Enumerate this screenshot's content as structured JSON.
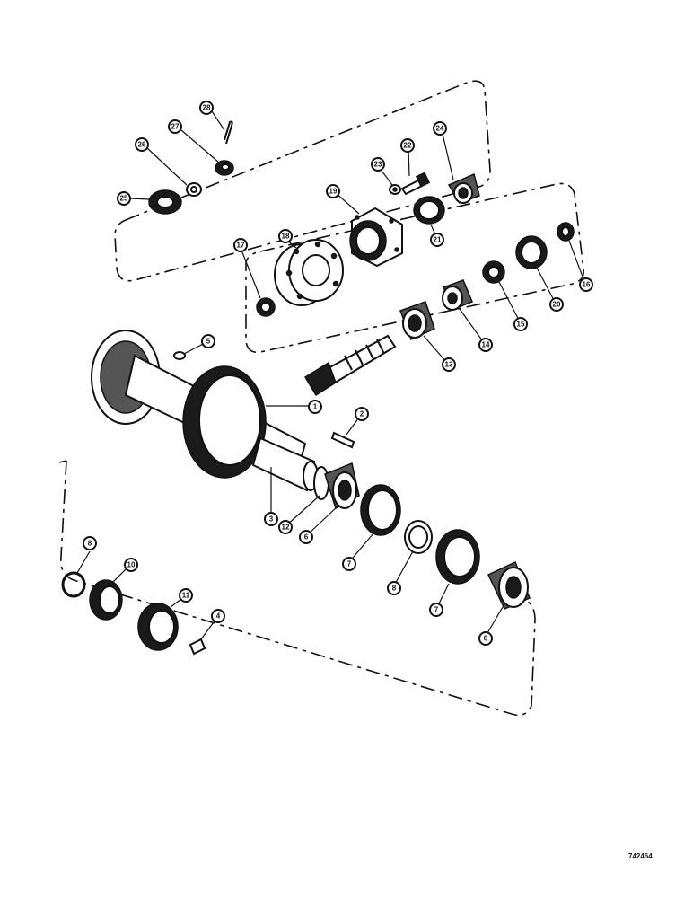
{
  "drawing": {
    "callouts": {
      "c1": "1",
      "c2": "2",
      "c3": "3",
      "c4": "4",
      "c5": "5",
      "c6a": "6",
      "c6b": "6",
      "c7a": "7",
      "c7b": "7",
      "c8a": "8",
      "c8b": "8",
      "c10": "10",
      "c11": "11",
      "c12": "12",
      "c13": "13",
      "c14": "14",
      "c15": "15",
      "c16": "16",
      "c17": "17",
      "c18": "18",
      "c19": "19",
      "c20": "20",
      "c21": "21",
      "c22": "22",
      "c23": "23",
      "c24": "24",
      "c25": "25",
      "c26": "26",
      "c27": "27",
      "c28": "28"
    },
    "figure_code": "742464"
  }
}
